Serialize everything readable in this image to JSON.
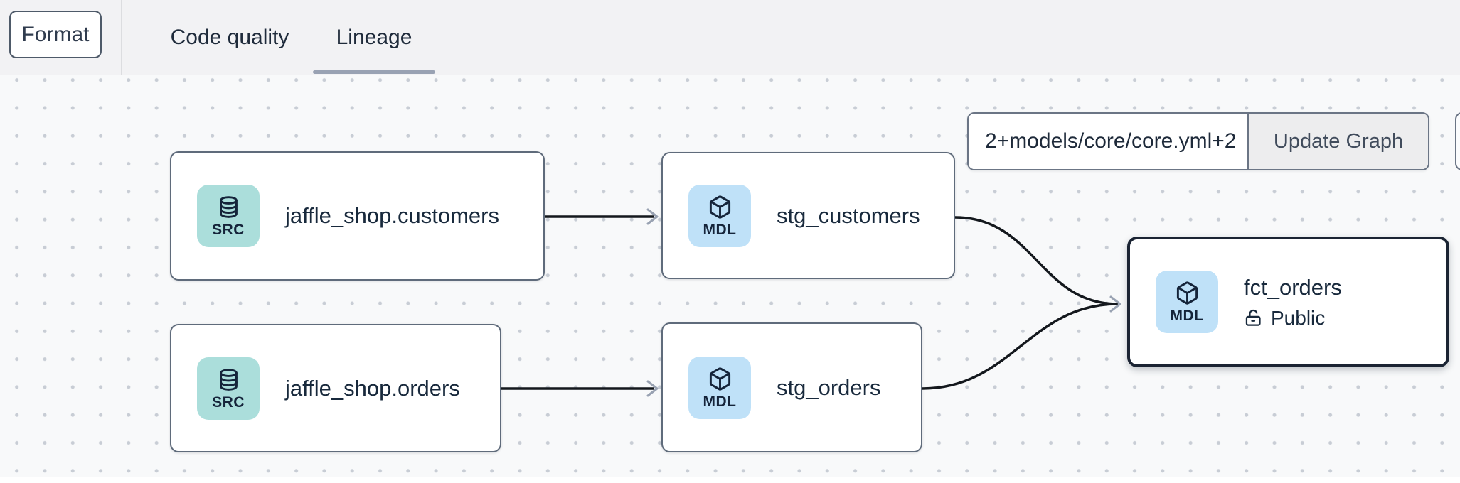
{
  "toolbar": {
    "format_label": "Format"
  },
  "tabs": [
    {
      "label": "Code quality",
      "active": false
    },
    {
      "label": "Lineage",
      "active": true
    }
  ],
  "lineage_controls": {
    "selector_value": "2+models/core/core.yml+2",
    "update_button_label": "Update Graph"
  },
  "nodes": [
    {
      "label": "jaffle_shop.customers",
      "type": "SRC",
      "icon": "database-icon",
      "selected": false
    },
    {
      "label": "stg_customers",
      "type": "MDL",
      "icon": "cube-icon",
      "selected": false
    },
    {
      "label": "jaffle_shop.orders",
      "type": "SRC",
      "icon": "database-icon",
      "selected": false
    },
    {
      "label": "stg_orders",
      "type": "MDL",
      "icon": "cube-icon",
      "selected": false
    },
    {
      "label": "fct_orders",
      "type": "MDL",
      "icon": "cube-icon",
      "access": "Public",
      "access_icon": "unlock-icon",
      "selected": true
    }
  ],
  "edges": [
    {
      "from": "jaffle_shop.customers",
      "to": "stg_customers"
    },
    {
      "from": "jaffle_shop.orders",
      "to": "stg_orders"
    },
    {
      "from": "stg_customers",
      "to": "fct_orders"
    },
    {
      "from": "stg_orders",
      "to": "fct_orders"
    }
  ],
  "colors": {
    "source_badge": "#abdedb",
    "model_badge": "#bfe1f8",
    "node_border": "#5f6b7b",
    "selected_node_border": "#1b2433",
    "edge_line": "#14181d",
    "arrowhead": "#99a2b2",
    "tab_underline": "#99a2b3",
    "text_dark": "#18293c",
    "toolbar_background": "#f2f2f4",
    "canvas_background": "#f8f9fa",
    "update_button_background": "#ededee"
  }
}
